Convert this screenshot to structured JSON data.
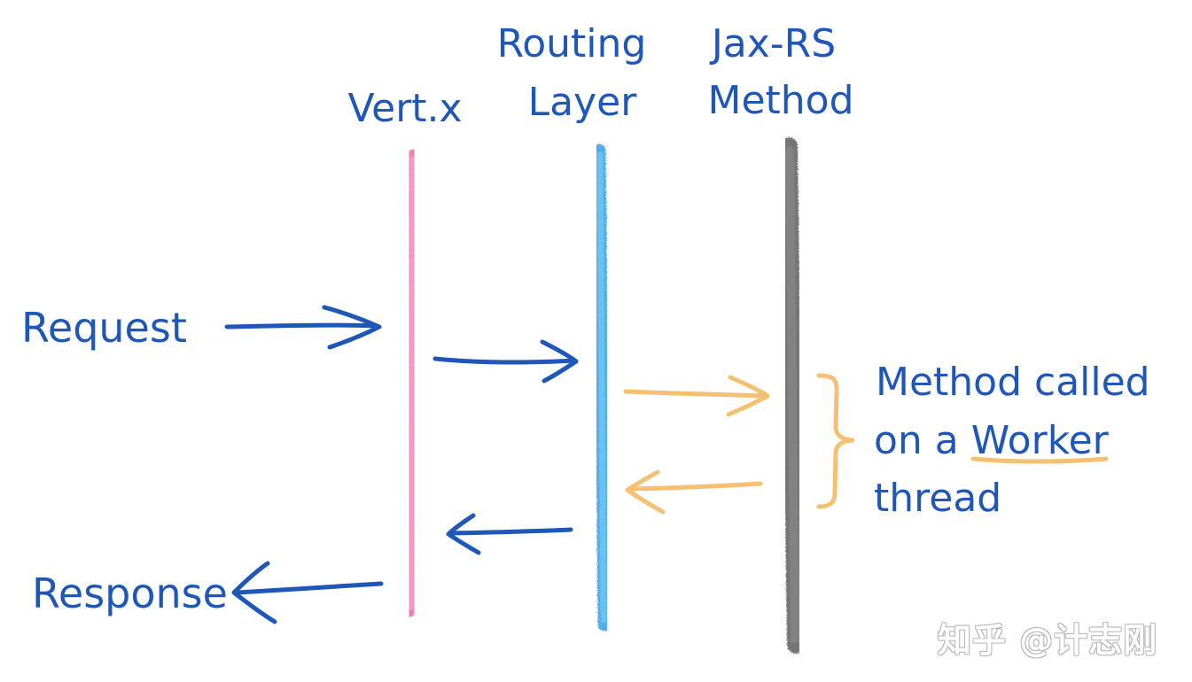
{
  "columns": {
    "vertx": {
      "label": "Vert.x",
      "color": "#ee69ad"
    },
    "routing": {
      "label_line1": "Routing",
      "label_line2": "Layer",
      "color": "#2ea2e6"
    },
    "jaxrs": {
      "label_line1": "Jax-RS",
      "label_line2": "Method",
      "color": "#3a3a3a"
    }
  },
  "labels": {
    "request": "Request",
    "response": "Response"
  },
  "note": {
    "line1": "Method called",
    "line2_prefix": "on a ",
    "line2_emphasis": "Worker",
    "line3": "thread"
  },
  "colors": {
    "ink_blue": "#1f57b8",
    "worker_orange": "#f5c071"
  },
  "watermark": "知乎 @计志刚"
}
